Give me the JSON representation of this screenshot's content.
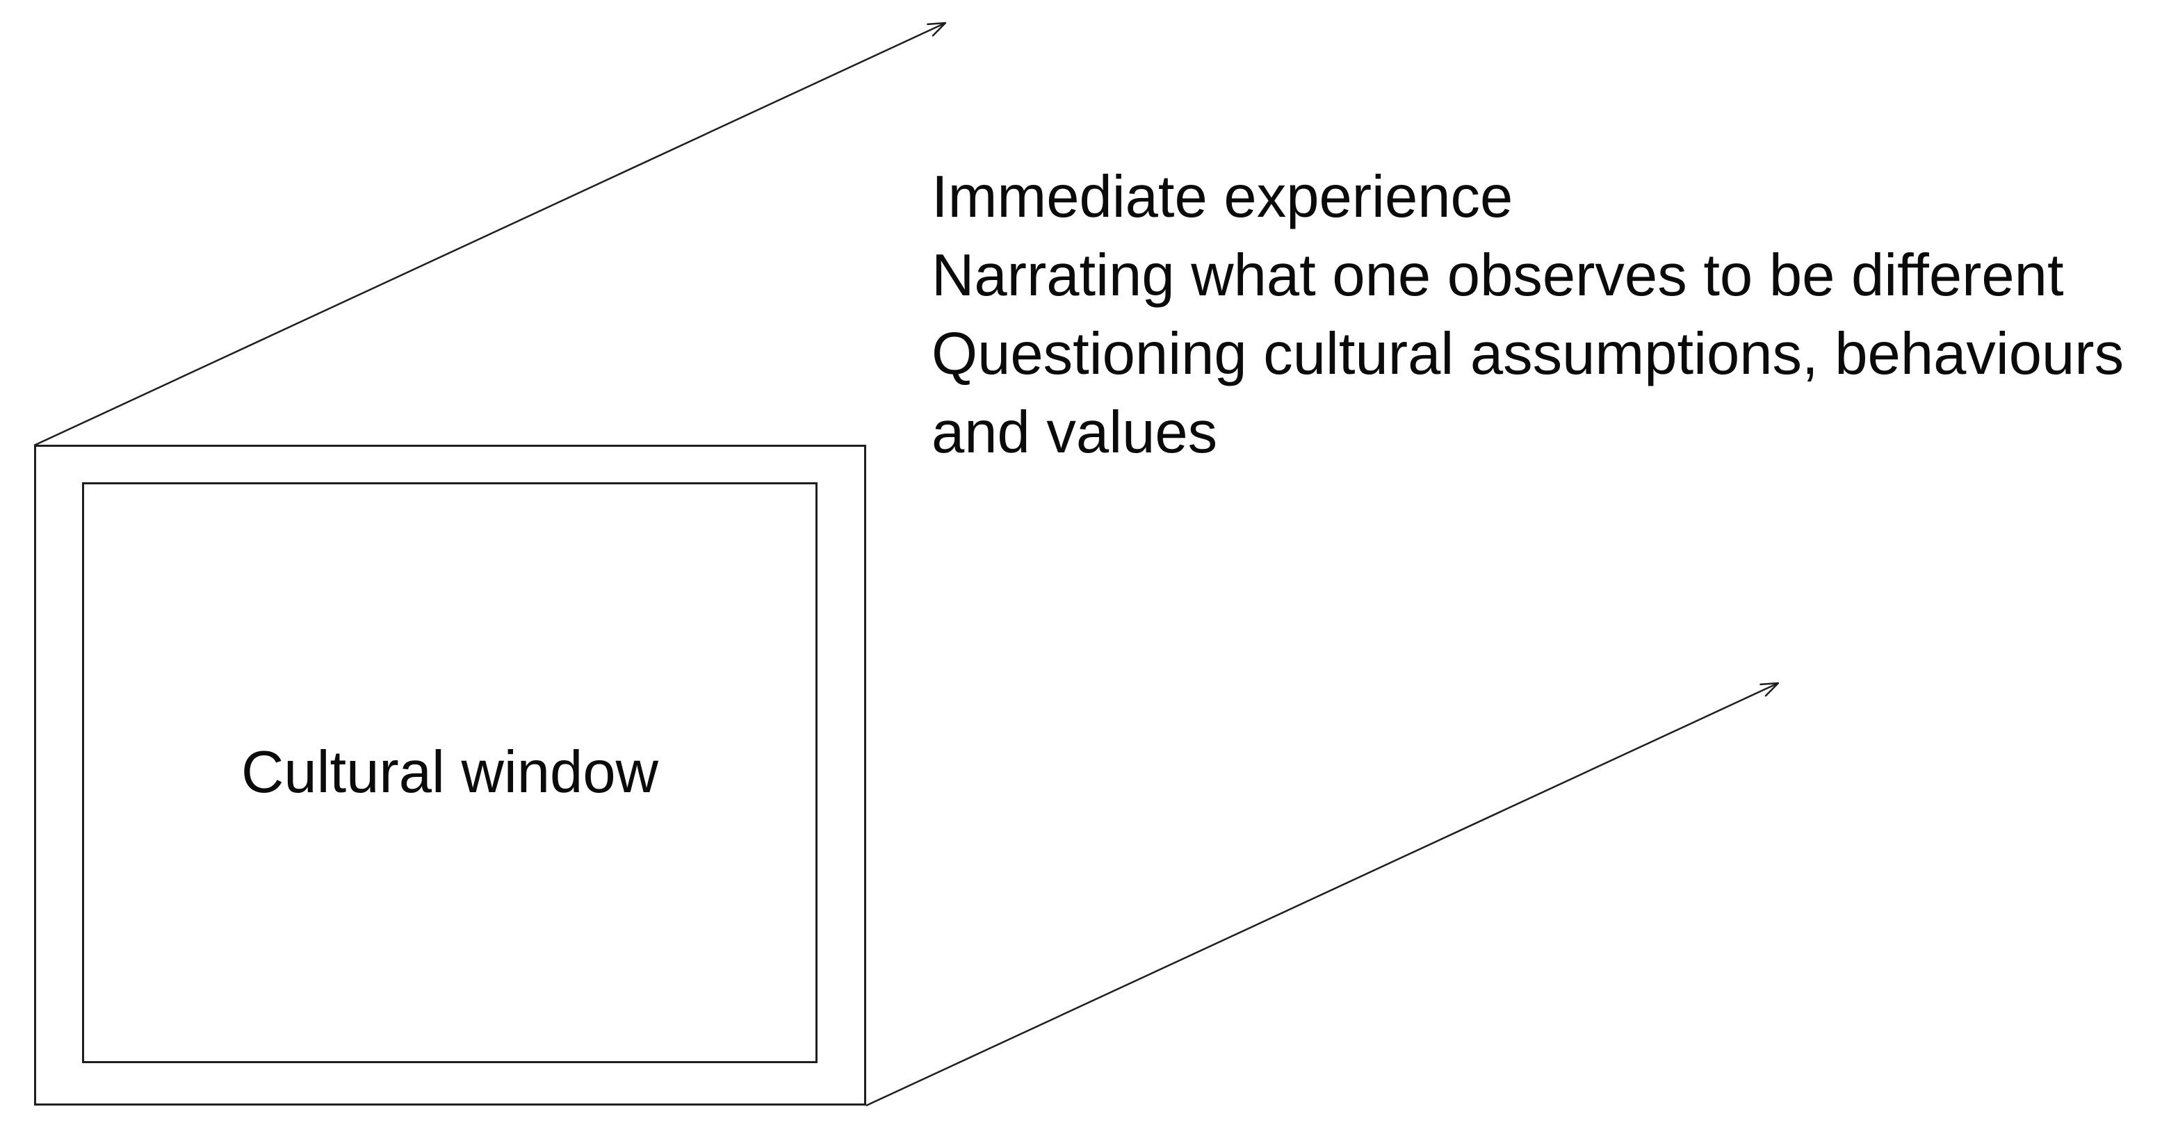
{
  "canvas": {
    "background": "#ffffff",
    "line_color": "#1f1f1f",
    "text_color": "#0b0b0b"
  },
  "window": {
    "label": "Cultural window"
  },
  "annotation": {
    "lines": [
      "Immediate experience",
      "Narrating what one observes to be different",
      "Questioning cultural assumptions, behaviours",
      "and values"
    ]
  }
}
